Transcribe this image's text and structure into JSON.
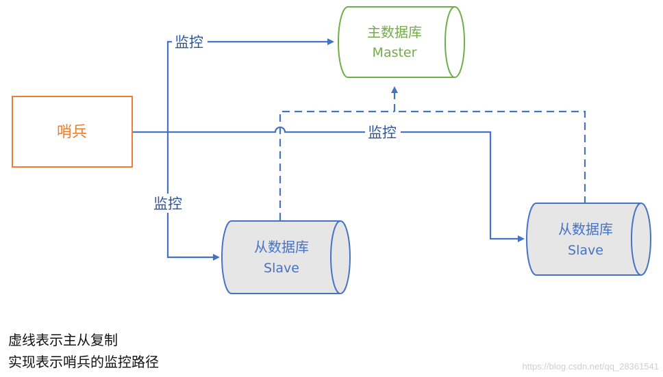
{
  "nodes": {
    "sentinel": {
      "label": "哨兵"
    },
    "master": {
      "title": "主数据库",
      "subtitle": "Master"
    },
    "slave_left": {
      "title": "从数据库",
      "subtitle": "Slave"
    },
    "slave_right": {
      "title": "从数据库",
      "subtitle": "Slave"
    }
  },
  "edge_labels": {
    "monitor_master": "监控",
    "monitor_slave_left": "监控",
    "monitor_slave_right": "监控"
  },
  "legend": {
    "line1": "虚线表示主从复制",
    "line2": "实现表示哨兵的监控路径"
  },
  "watermark": "https://blog.csdn.net/qq_28361541",
  "colors": {
    "monitor_line": "#4472c4",
    "sentinel": "#ed7d31",
    "master": "#70ad47",
    "slave_stroke": "#4472c4",
    "slave_fill": "#e6e6e6",
    "slave_text": "#4472c4"
  }
}
